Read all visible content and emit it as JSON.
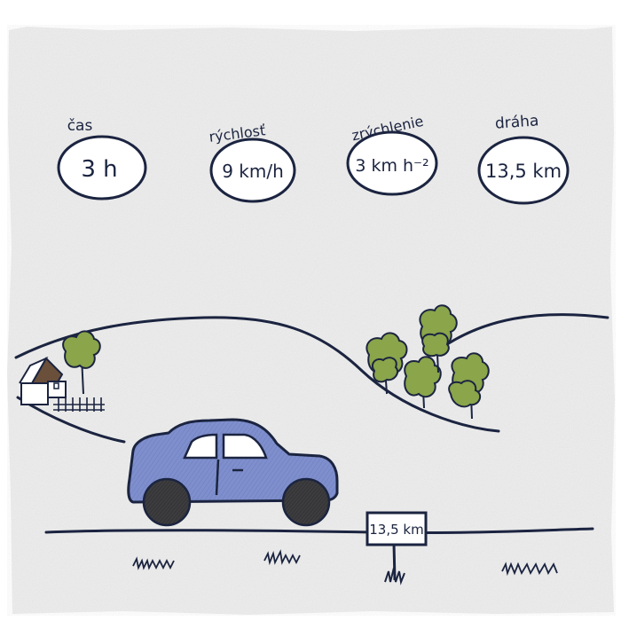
{
  "palette": {
    "ink": "#1b2440",
    "paper": "#ededed",
    "car_body": "#7f8fcd",
    "tire": "#3d3d3f",
    "tree_green": "#8aa54a",
    "roof": "#6a4f3b"
  },
  "quantities": [
    {
      "label": "čas",
      "value": "3 h"
    },
    {
      "label": "rýchlosť",
      "value": "9 km/h"
    },
    {
      "label": "zrýchlenie",
      "value": "3 km h⁻²"
    },
    {
      "label": "dráha",
      "value": "13,5 km"
    }
  ],
  "road_sign": {
    "text": "13,5 km"
  },
  "icons": {
    "car": "car-icon",
    "house": "house-icon",
    "tree": "tree-icon",
    "grass": "grass-icon"
  }
}
